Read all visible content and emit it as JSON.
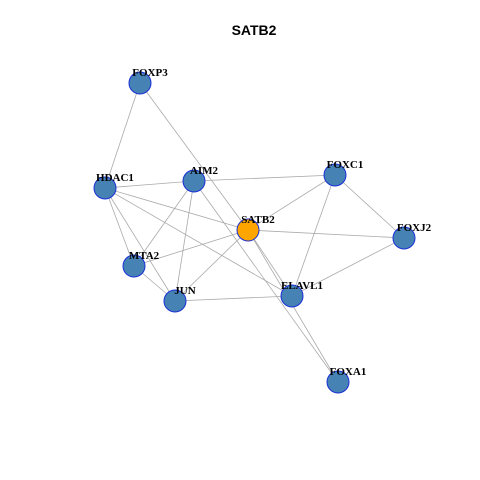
{
  "title": "SATB2",
  "colors": {
    "node_default": "#4682b4",
    "node_focus": "#ffa500",
    "node_border": "#1a2fd6",
    "edge": "#a9a9a9",
    "background": "#ffffff"
  },
  "nodes": [
    {
      "id": "FOXP3",
      "label": "FOXP3",
      "focus": false
    },
    {
      "id": "HDAC1",
      "label": "HDAC1",
      "focus": false
    },
    {
      "id": "AIM2",
      "label": "AIM2",
      "focus": false
    },
    {
      "id": "FOXC1",
      "label": "FOXC1",
      "focus": false
    },
    {
      "id": "SATB2",
      "label": "SATB2",
      "focus": true
    },
    {
      "id": "FOXJ2",
      "label": "FOXJ2",
      "focus": false
    },
    {
      "id": "MTA2",
      "label": "MTA2",
      "focus": false
    },
    {
      "id": "JUN",
      "label": "JUN",
      "focus": false
    },
    {
      "id": "ELAVL1",
      "label": "ELAVL1",
      "focus": false
    },
    {
      "id": "FOXA1",
      "label": "FOXA1",
      "focus": false
    }
  ],
  "edges": [
    [
      "FOXP3",
      "HDAC1"
    ],
    [
      "FOXP3",
      "SATB2"
    ],
    [
      "HDAC1",
      "AIM2"
    ],
    [
      "HDAC1",
      "SATB2"
    ],
    [
      "HDAC1",
      "MTA2"
    ],
    [
      "HDAC1",
      "JUN"
    ],
    [
      "HDAC1",
      "ELAVL1"
    ],
    [
      "AIM2",
      "FOXC1"
    ],
    [
      "AIM2",
      "MTA2"
    ],
    [
      "AIM2",
      "JUN"
    ],
    [
      "AIM2",
      "FOXA1"
    ],
    [
      "FOXC1",
      "SATB2"
    ],
    [
      "FOXC1",
      "FOXJ2"
    ],
    [
      "FOXC1",
      "ELAVL1"
    ],
    [
      "SATB2",
      "FOXJ2"
    ],
    [
      "SATB2",
      "MTA2"
    ],
    [
      "SATB2",
      "JUN"
    ],
    [
      "SATB2",
      "ELAVL1"
    ],
    [
      "SATB2",
      "FOXA1"
    ],
    [
      "MTA2",
      "JUN"
    ],
    [
      "JUN",
      "ELAVL1"
    ],
    [
      "FOXJ2",
      "ELAVL1"
    ]
  ]
}
